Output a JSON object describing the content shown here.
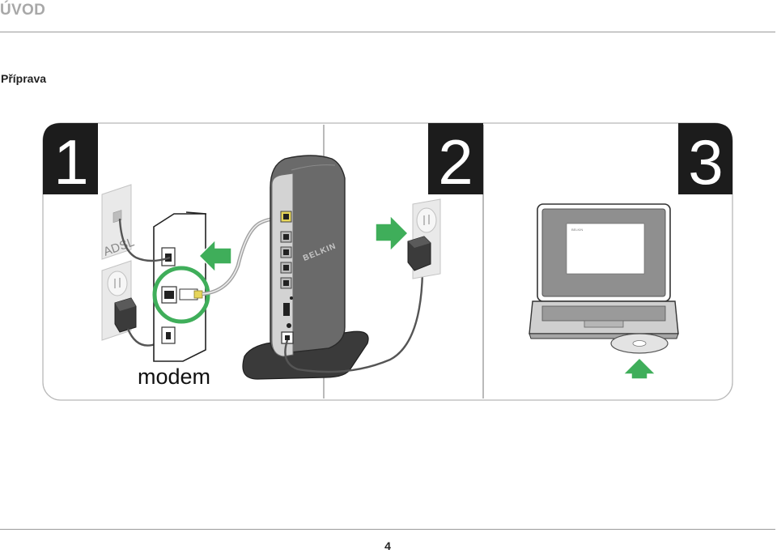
{
  "header": {
    "title": "ÚVOD"
  },
  "section": {
    "title": "Příprava"
  },
  "figure": {
    "steps": [
      {
        "number": "1"
      },
      {
        "number": "2"
      },
      {
        "number": "3"
      }
    ],
    "labels": {
      "modem": "modem",
      "adsl": "ADSL",
      "router_brand": "BELKIN",
      "screen_brand": "BELKIN"
    },
    "colors": {
      "arrow": "#3fae5a",
      "circle": "#3fae5a",
      "step_badge": "#1c1c1c",
      "router_body": "#5b5b5b",
      "ethernet_plug": "#e6d55a"
    },
    "icons": [
      "arrow-left-icon",
      "arrow-right-icon",
      "arrow-up-icon",
      "highlight-circle-icon"
    ]
  },
  "footer": {
    "page_number": "4"
  }
}
